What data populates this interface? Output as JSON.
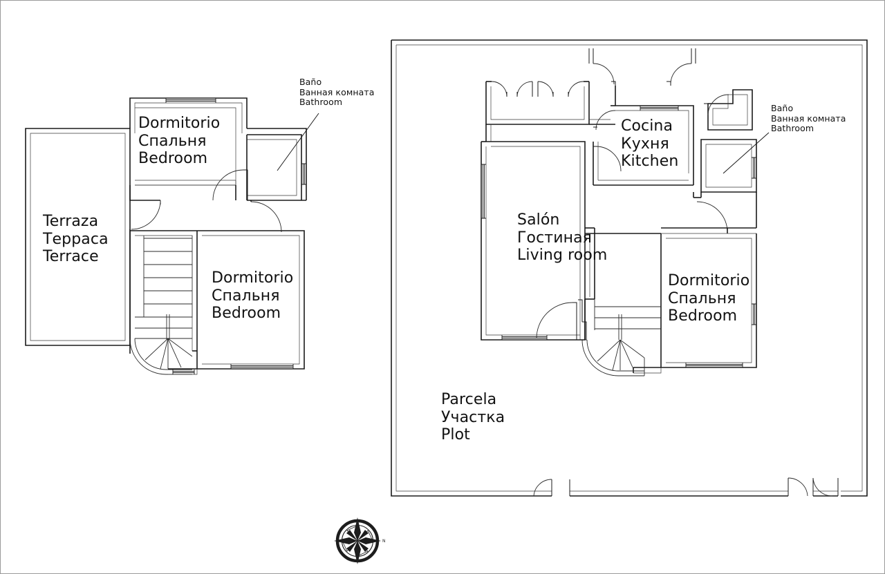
{
  "document": {
    "kind": "architectural-floor-plan",
    "border_color": "#9a9a9a",
    "ink_color": "#1a1a1a",
    "background": "#ffffff"
  },
  "plans": {
    "left": {
      "name": "first-floor-plan",
      "labels": {
        "bedroom_upper": {
          "es": "Dormitorio",
          "ru": "Спальня",
          "en": "Bedroom"
        },
        "bedroom_lower": {
          "es": "Dormitorio",
          "ru": "Спальня",
          "en": "Bedroom"
        },
        "terrace": {
          "es": "Terraza",
          "ru": "Терраса",
          "en": "Terrace"
        },
        "bathroom": {
          "es": "Baño",
          "ru": "Ванная комната",
          "en": "Bathroom"
        }
      }
    },
    "right": {
      "name": "ground-floor-plan",
      "labels": {
        "kitchen": {
          "es": "Cocina",
          "ru": "Кухня",
          "en": "Kitchen"
        },
        "living_room": {
          "es": "Salón",
          "ru": "Гостиная",
          "en": "Living room"
        },
        "bedroom": {
          "es": "Dormitorio",
          "ru": "Спальня",
          "en": "Bedroom"
        },
        "bathroom": {
          "es": "Baño",
          "ru": "Ванная комната",
          "en": "Bathroom"
        },
        "plot": {
          "es": "Parcela",
          "ru": "Участка",
          "en": "Plot"
        }
      }
    }
  },
  "compass": {
    "name": "compass-rose",
    "needle_label": "N"
  }
}
